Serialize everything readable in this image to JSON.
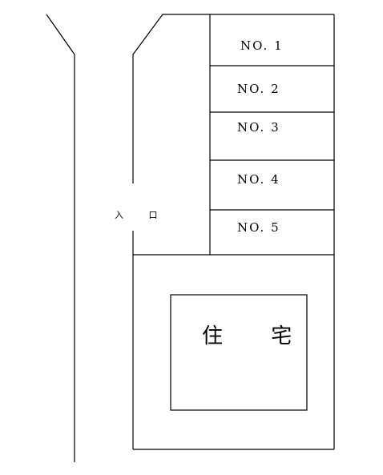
{
  "parking_slots": [
    {
      "label": "NO. 1"
    },
    {
      "label": "NO. 2"
    },
    {
      "label": "NO. 3"
    },
    {
      "label": "NO. 4"
    },
    {
      "label": "NO. 5"
    }
  ],
  "entrance": {
    "label": "入 口"
  },
  "house": {
    "label": "住 宅"
  }
}
